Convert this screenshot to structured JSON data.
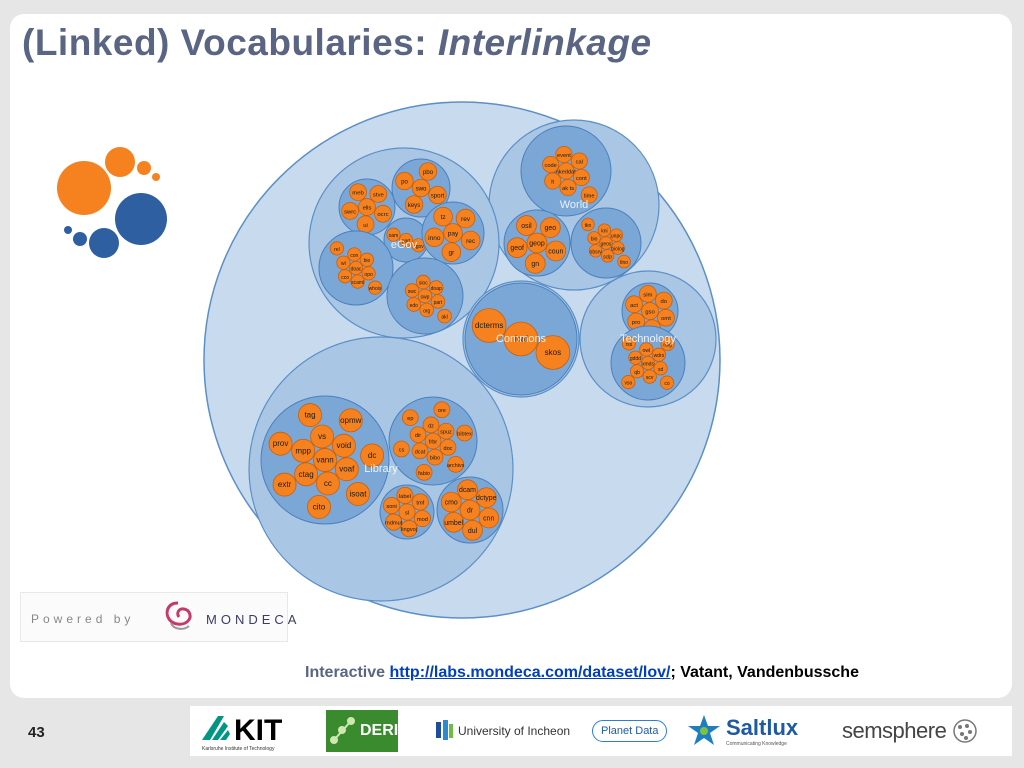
{
  "slide": {
    "title_plain": "(Linked) Vocabularies: ",
    "title_emph": "Interlinkage",
    "number": "43"
  },
  "powered": {
    "label": "Powered by",
    "brand": "MONDECA"
  },
  "footer": {
    "prefix": "Interactive",
    "link": "http://labs.mondeca.com/dataset/lov/",
    "separator": ";",
    "authors": "Vatant, Vandenbussche"
  },
  "partners": {
    "kit": "KIT",
    "kit_sub": "Karlsruhe Institute of Technology",
    "deri": "DERI",
    "incheon": "University of Incheon",
    "planet": "Planet Data",
    "saltlux": "Saltlux",
    "saltlux_sub": "Communicating Knowledge",
    "semsphere": "semsphere"
  },
  "colors": {
    "outer": "#c6d9ec",
    "group": "#a9c7e5",
    "cluster": "#7aa7d6",
    "node": "#f5821f",
    "title": "#5a6584"
  },
  "diagram": {
    "groups": [
      {
        "name": "World",
        "clusters": [
          [
            "linkeddata",
            "cont",
            "ak ts",
            "lt",
            "code",
            "event",
            "cal",
            "time"
          ],
          [
            "geop",
            "coun",
            "gn",
            "geof",
            "osil",
            "geo"
          ],
          [
            "geos",
            "biolog",
            "sclp",
            "obsrv",
            "bio",
            "kni",
            "unpc",
            "tlno",
            "tkn"
          ]
        ]
      },
      {
        "name": "eGov",
        "clusters": [
          [
            "ells",
            "ocrc",
            "ui",
            "swrc",
            "meb",
            "stve"
          ],
          [
            "swo",
            "sport",
            "keys",
            "po",
            "pbo"
          ],
          [
            "part",
            "cgov",
            "oam"
          ],
          [
            "pay",
            "rec",
            "gr",
            "inno",
            "tz",
            "rev"
          ],
          [
            "doac",
            "opo",
            "scaml",
            "cco",
            "wl",
            "con",
            "bio",
            "whois",
            "rel"
          ],
          [
            "swp",
            "part",
            "org",
            "edo",
            "swc",
            "sioc",
            "doap",
            "akl"
          ]
        ]
      },
      {
        "name": "Commons",
        "clusters": [
          [
            "foaf",
            "skos",
            "dcterms"
          ]
        ]
      },
      {
        "name": "Technology",
        "clusters": [
          [
            "gso",
            "omt",
            "olo",
            "pro",
            "act",
            "sim",
            "do"
          ],
          [
            "xmds",
            "sd",
            "scv",
            "qb",
            "gddd",
            "owl",
            "wdrs",
            "co",
            "vso",
            "rss",
            "rdfg"
          ]
        ]
      },
      {
        "name": "Library",
        "clusters": [
          [
            "vann",
            "voaf",
            "cc",
            "ctag",
            "mpp",
            "vs",
            "void",
            "isoat",
            "cito",
            "extr",
            "prov",
            "tag",
            "opmw",
            "dc"
          ],
          [
            "frbr",
            "doc",
            "bibo",
            "dcat",
            "dir",
            "dz",
            "spuz",
            "archivs",
            "fabio",
            "cs",
            "ep",
            "ore",
            "bibtex"
          ],
          [
            "sl",
            "mod",
            "lingvoj",
            "mdmut",
            "soni",
            "label",
            "tmf"
          ],
          [
            "dr",
            "cnn",
            "dul",
            "umbel",
            "cmo",
            "dcam",
            "dctype"
          ]
        ]
      }
    ]
  }
}
